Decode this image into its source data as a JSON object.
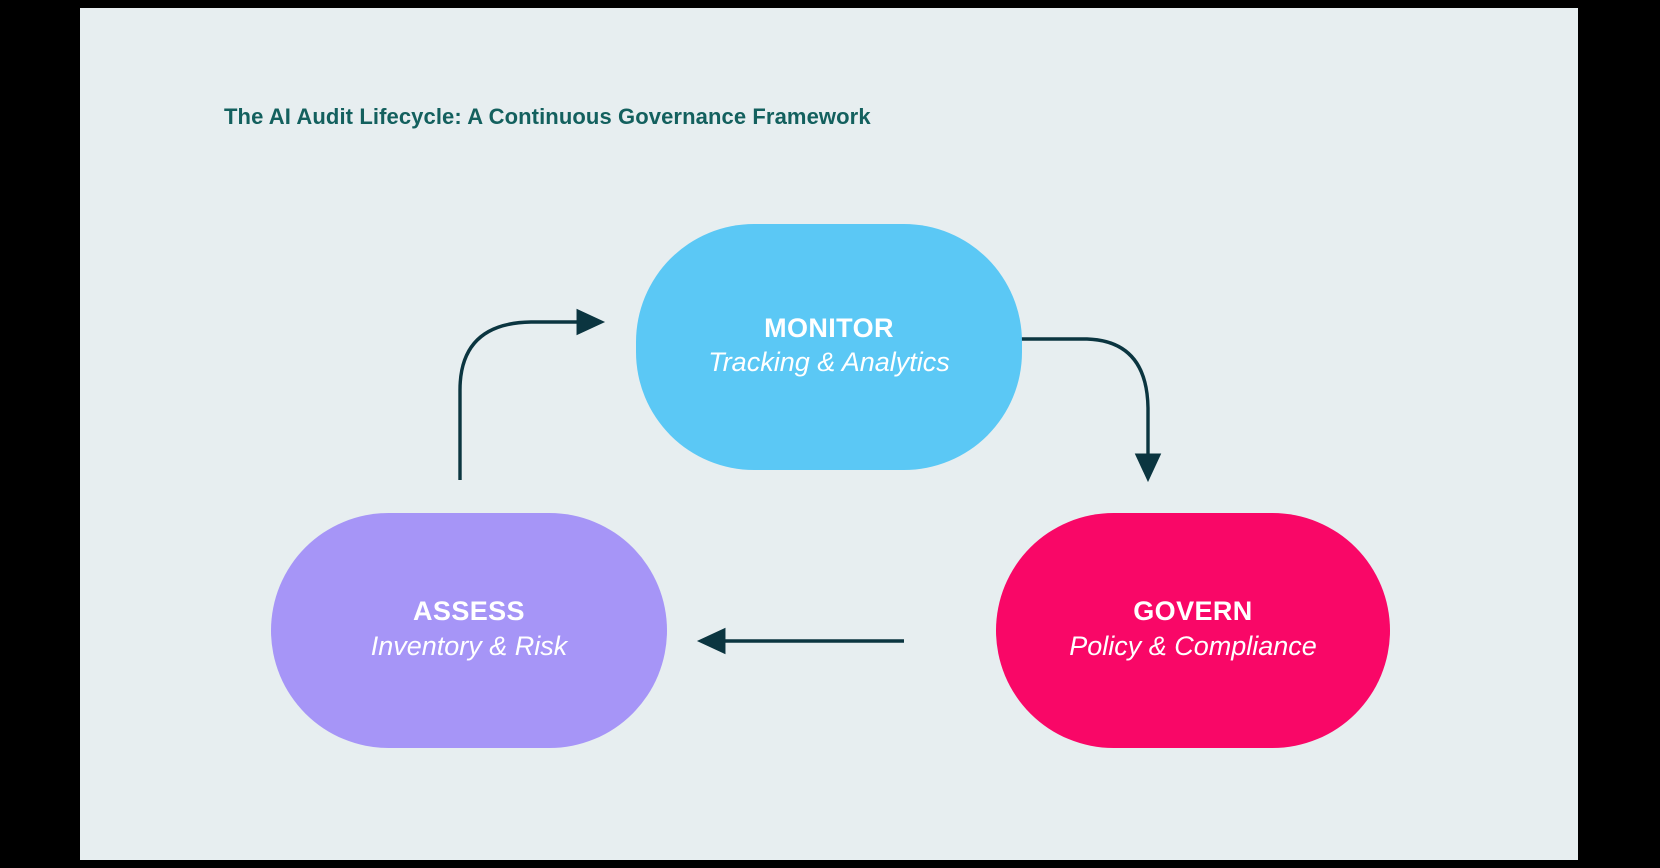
{
  "slide": {
    "background_color": "#e7eef0",
    "frame_color": "#000000",
    "title": "The AI Audit Lifecycle: A Continuous Governance Framework",
    "title_color": "#13605e"
  },
  "diagram": {
    "type": "cycle-flow",
    "arrow_color": "#0b3540",
    "nodes": [
      {
        "id": "monitor",
        "title": "MONITOR",
        "subtitle": "Tracking & Analytics",
        "color": "#5bc8f5",
        "text_color": "#ffffff"
      },
      {
        "id": "assess",
        "title": "ASSESS",
        "subtitle": "Inventory & Risk",
        "color": "#a695f7",
        "text_color": "#ffffff"
      },
      {
        "id": "govern",
        "title": "GOVERN",
        "subtitle": "Policy & Compliance",
        "color": "#f90767",
        "text_color": "#ffffff"
      }
    ],
    "connectors": [
      {
        "id": "assess-to-monitor",
        "from": "assess",
        "to": "monitor",
        "shape": "curved-up-right"
      },
      {
        "id": "monitor-to-govern",
        "from": "monitor",
        "to": "govern",
        "shape": "curved-right-down"
      },
      {
        "id": "govern-to-assess",
        "from": "govern",
        "to": "assess",
        "shape": "straight-left"
      }
    ]
  }
}
